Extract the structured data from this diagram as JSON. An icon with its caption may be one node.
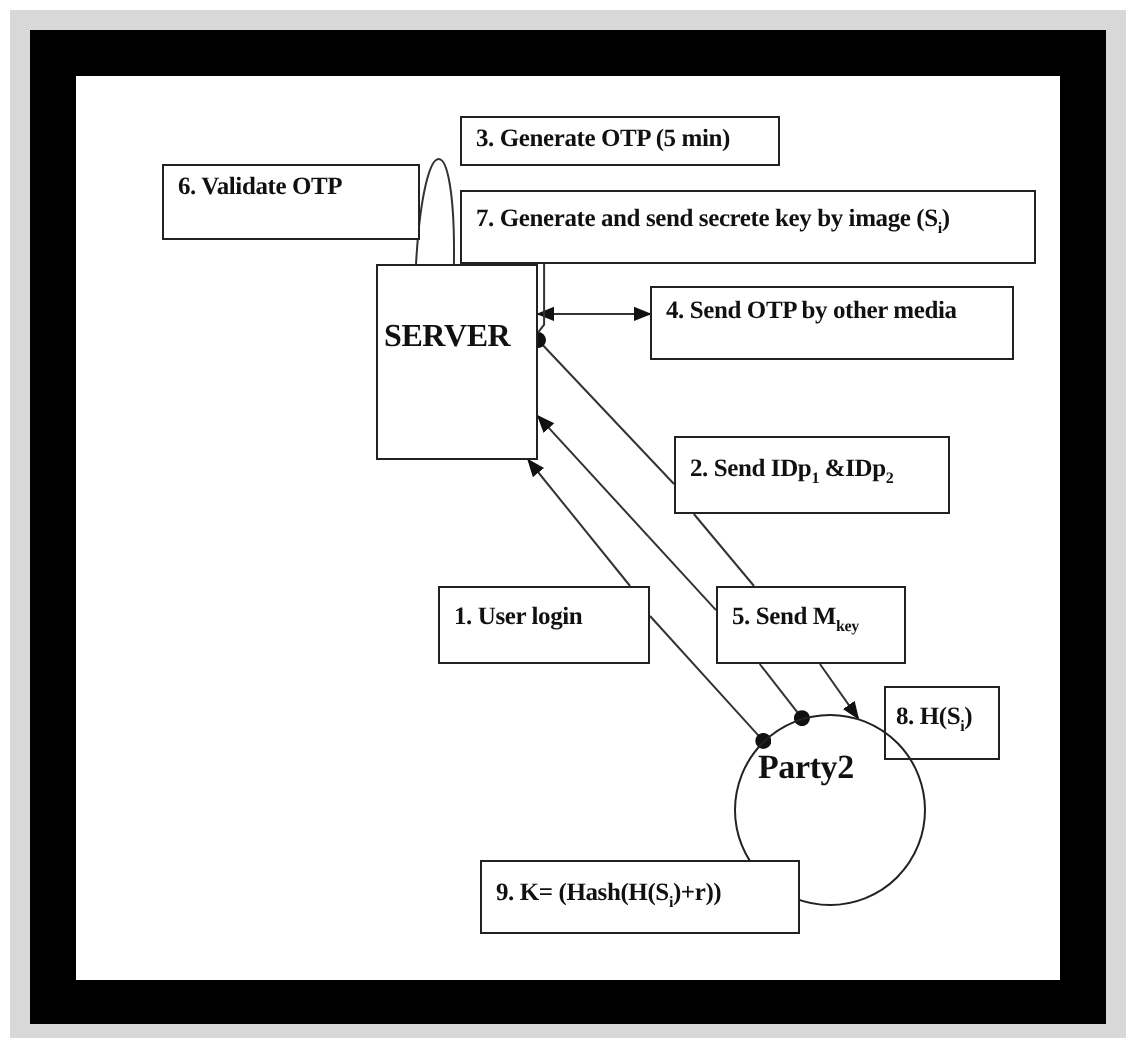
{
  "diagram": {
    "nodes": [
      {
        "text": [
          "3. Generate OTP (5 min)"
        ]
      },
      {
        "text": [
          "6. Validate OTP"
        ]
      },
      {
        "text": [
          "7. Generate and send secrete key by image (S$_{i}$)"
        ]
      },
      {
        "text": [
          "SERVER"
        ]
      },
      {
        "text": [
          "4. Send OTP by other media"
        ]
      },
      {
        "text": [
          "2. Send IDp$_{1}$ &IDp$_{2}$"
        ]
      },
      {
        "text": [
          "1. User login"
        ]
      },
      {
        "text": [
          "5. Send M$_{key}$"
        ]
      },
      {
        "text": [
          "8. H(S$_{i}$)"
        ]
      },
      {
        "text": [
          "Party2"
        ]
      },
      {
        "text": [
          "9. K= (Hash(H(S$_{i}$)+r))"
        ]
      }
    ],
    "edges": [
      {
        "from": 6,
        "to": 3,
        "arrow": "to"
      },
      {
        "from": 6,
        "to": 9,
        "arrow": "other"
      },
      {
        "from": 5,
        "to": 3,
        "arrow": "other"
      },
      {
        "from": 5,
        "to": 7,
        "arrow": "none"
      },
      {
        "from": 7,
        "to": 9,
        "arrow": "other"
      },
      {
        "from": 7,
        "to": 3,
        "arrow": "to"
      },
      {
        "from": 7,
        "to": 9,
        "arrow": "to"
      },
      {
        "from": 3,
        "to": 4,
        "arrow": "both"
      },
      {
        "from": 2,
        "to": 3,
        "arrow": "none"
      },
      {
        "from": 3,
        "to": 3,
        "arrow": "none"
      }
    ]
  }
}
